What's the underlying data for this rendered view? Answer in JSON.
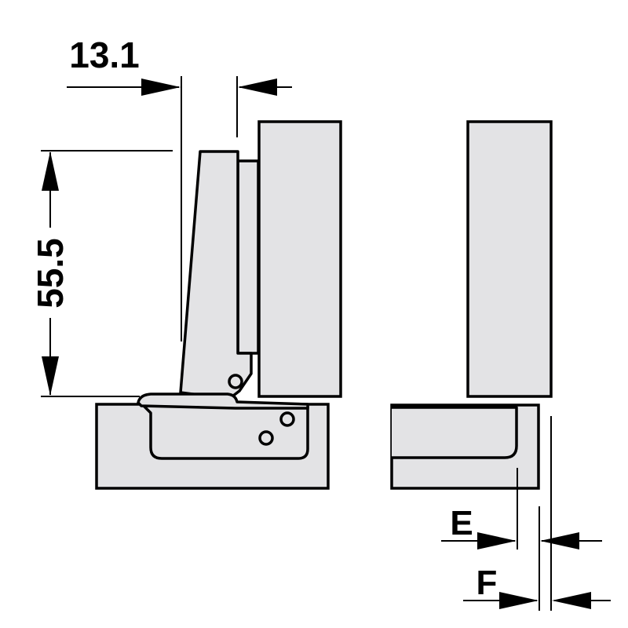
{
  "dimensions": {
    "offset_label": "13.1",
    "height_label": "55.5",
    "e_label": "E",
    "f_label": "F"
  },
  "colors": {
    "panel_fill": "#e3e3e5",
    "line": "#000000",
    "background": "#ffffff"
  }
}
